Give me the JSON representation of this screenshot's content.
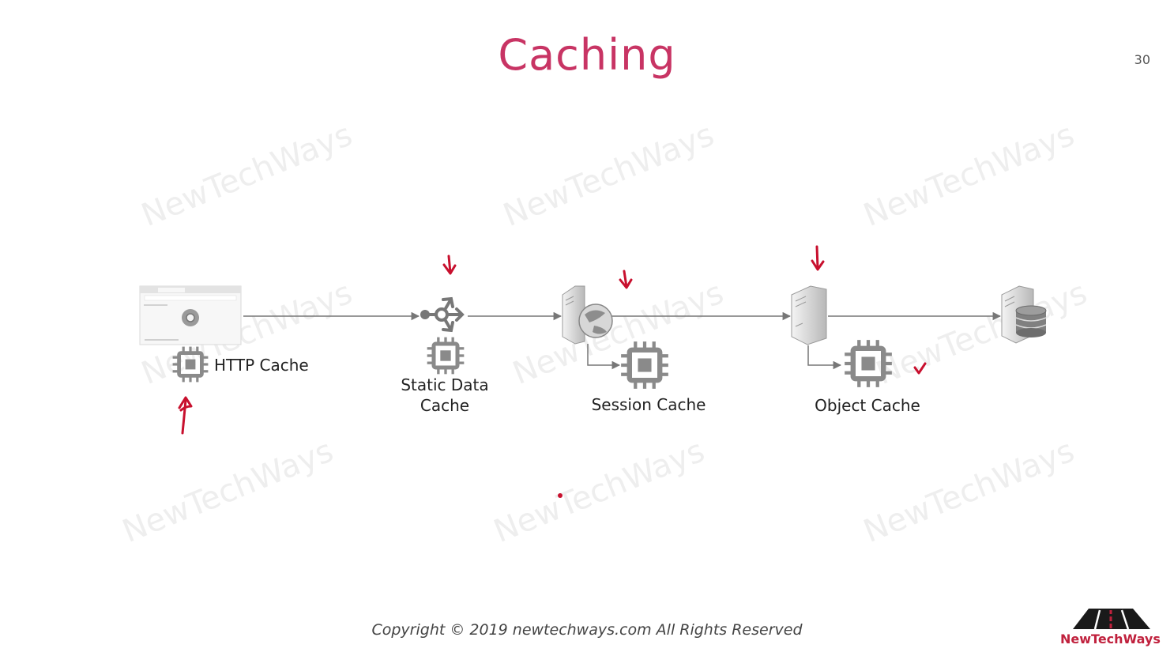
{
  "slide": {
    "title": "Caching",
    "page_number": "30",
    "copyright": "Copyright © 2019 newtechways.com All Rights Reserved",
    "logo_text": "NewTechWays",
    "watermark_text": "NewTechWays"
  },
  "nodes": {
    "browser": {
      "icon": "browser-window-icon"
    },
    "cdn": {
      "icon": "distribution-icon"
    },
    "web_server": {
      "icon": "web-server-icon"
    },
    "app_server": {
      "icon": "app-server-icon"
    },
    "database": {
      "icon": "database-server-icon"
    }
  },
  "labels": {
    "http_cache": "HTTP Cache",
    "static_data_cache_line1": "Static Data",
    "static_data_cache_line2": "Cache",
    "session_cache": "Session Cache",
    "object_cache": "Object Cache"
  },
  "colors": {
    "title": "#c83464",
    "annotation": "#c8102e",
    "icon_gray": "#888888"
  }
}
